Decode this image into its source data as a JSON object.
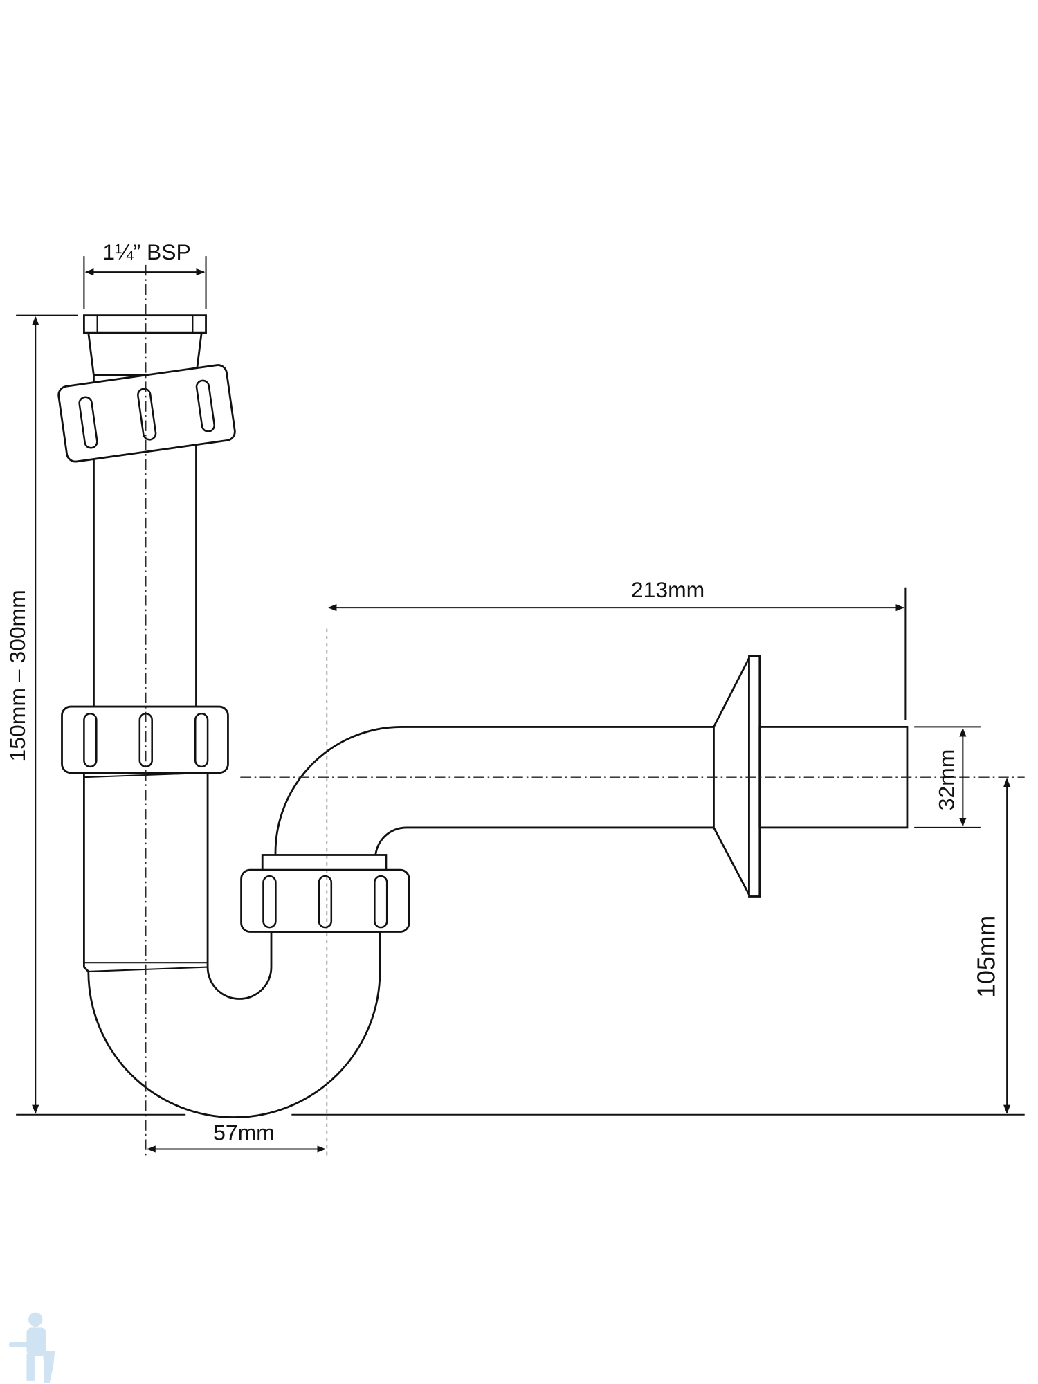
{
  "title": "Bottle trap dimension drawing",
  "dimensions": {
    "inlet_thread": "1¼” BSP",
    "height_range": "150mm – 300mm",
    "outlet_length": "213mm",
    "outlet_diameter": "32mm",
    "outlet_height": "105mm",
    "offset": "57mm"
  },
  "colors": {
    "line": "#111111",
    "watermark": "#cfe3f3"
  }
}
